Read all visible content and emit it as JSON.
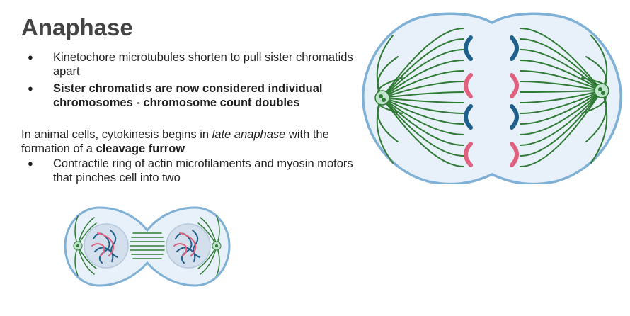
{
  "title": "Anaphase",
  "bullets": [
    {
      "text": "Kinetochore microtubules shorten to pull sister chromatids apart"
    },
    {
      "text": "Sister chromatids are now considered individual chromosomes - chromosome count doubles"
    }
  ],
  "paragraph": {
    "part1": "In animal cells, cytokinesis begins in ",
    "italic": "late anaphase",
    "part2": " with the formation of a ",
    "bold": "cleavage furrow"
  },
  "sub_bullets": [
    {
      "text": "Contractile ring of actin microfilaments and myosin motors that pinches cell into two"
    }
  ],
  "colors": {
    "membrane": "#7fb0d6",
    "cytoplasm": "#e8f1f9",
    "microtubule": "#2f7a34",
    "chromatid_blue": "#1f5f8b",
    "chromatid_pink": "#e0607e",
    "nucleus": "#d3dfec"
  }
}
